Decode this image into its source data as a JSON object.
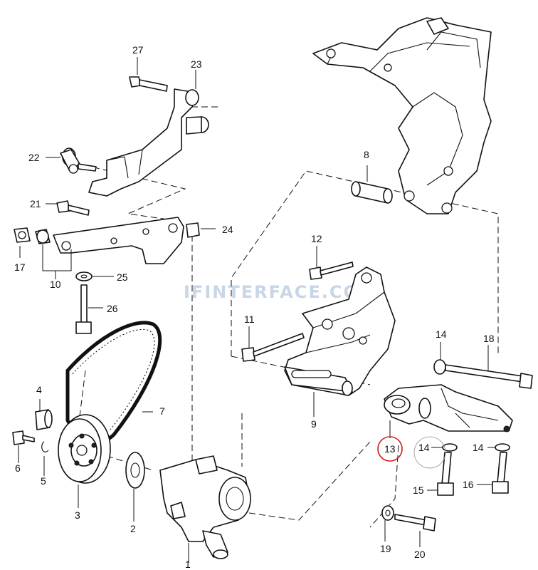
{
  "watermark": "IFINTERFACE.COM",
  "highlight_color": "#d11a1a",
  "callouts": {
    "p1": "1",
    "p2": "2",
    "p3": "3",
    "p4": "4",
    "p5": "5",
    "p6": "6",
    "p7": "7",
    "p8": "8",
    "p9": "9",
    "p10": "10",
    "p11": "11",
    "p12": "12",
    "p13": "13",
    "p14a": "14",
    "p14b": "14",
    "p14c": "14",
    "p15": "15",
    "p16": "16",
    "p17": "17",
    "p18": "18",
    "p19": "19",
    "p20": "20",
    "p21": "21",
    "p22": "22",
    "p23": "23",
    "p24": "24",
    "p25": "25",
    "p26": "26",
    "p27": "27"
  }
}
